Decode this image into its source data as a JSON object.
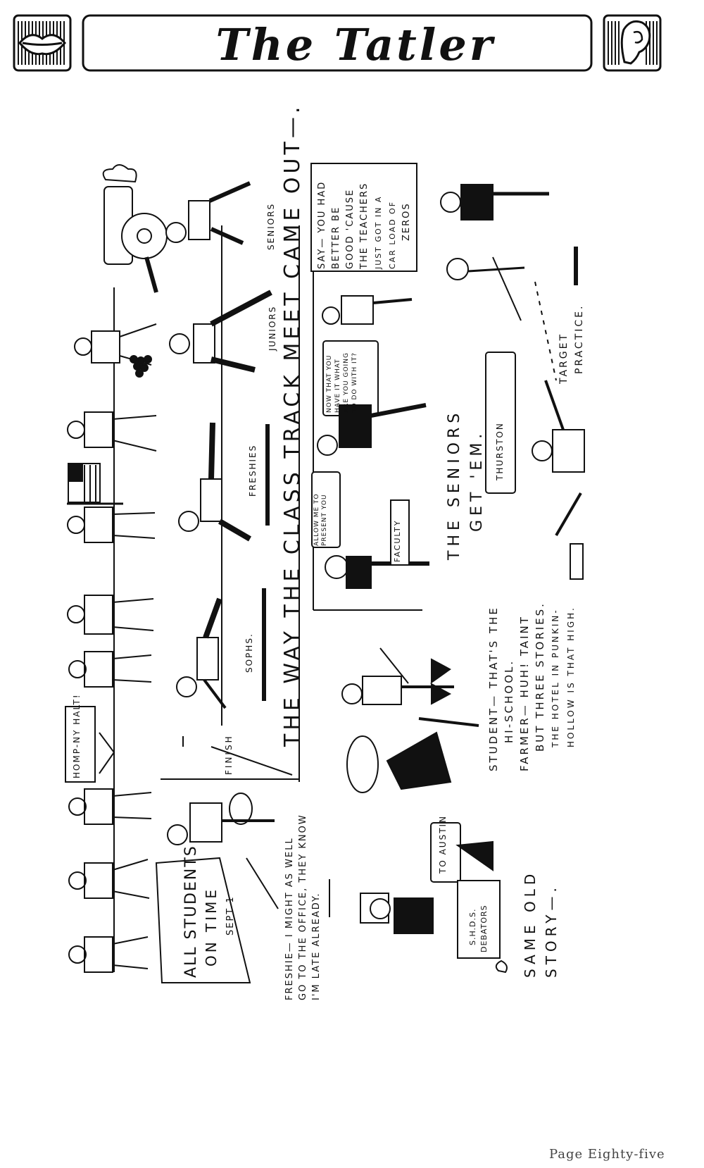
{
  "masthead": {
    "title": "The Tatler",
    "left_icon": "lips-icon",
    "right_icon": "ear-icon"
  },
  "panels": {
    "march": {
      "halt_sign": "HOMP-NY HALT!",
      "flag_icon": "flag-icon",
      "cannon_icon": "cannon-icon"
    },
    "track_meet": {
      "caption": "The Way The Class Track Meet Came Out—.",
      "finish_label": "FINISH",
      "sophs": "SOPHS.",
      "freshies": "FRESHIES",
      "juniors": "JUNIORS",
      "seniors": "SENIORS"
    },
    "on_time": {
      "sign_line1": "ALL STUDENTS",
      "sign_line2": "ON TIME",
      "sign_line3": "SEPT 1",
      "caption_line1": "Freshie— I might as well",
      "caption_line2": "go to the office, they know",
      "caption_line3": "I'm late already."
    },
    "seniors_get_em": {
      "bubble_present": "ALLOW ME TO PRESENT YOU",
      "faculty_label": "FACULTY",
      "bubble_now": "NOW THAT YOU HAVE IT WHAT ARE YOU GOING TO DO WITH IT?",
      "bubble_say_lines": [
        "SAY— YOU HAD",
        "BETTER BE",
        "GOOD 'CAUSE",
        "THE TEACHERS",
        "JUST GOT IN A",
        "CAR LOAD OF",
        "ZEROS"
      ],
      "caption_line1": "The Seniors",
      "caption_line2": "Get 'em."
    },
    "farmer": {
      "line1": "Student— That's the",
      "line2": "Hi-School.",
      "line3": "Farmer— Huh! Taint",
      "line4": "but three stories.",
      "line5": "The hotel in Punkin-",
      "line6": "Hollow is that high."
    },
    "target": {
      "sign_text": "Thurston",
      "caption_line1": "Target",
      "caption_line2": "Practice."
    },
    "debators": {
      "sign_austin": "TO AUSTIN",
      "box_line1": "S.H.D.S.",
      "box_line2": "DEBATORS",
      "caption_line1": "Same old",
      "caption_line2": "story—."
    }
  },
  "footer": {
    "page_label": "Page Eighty-five"
  }
}
